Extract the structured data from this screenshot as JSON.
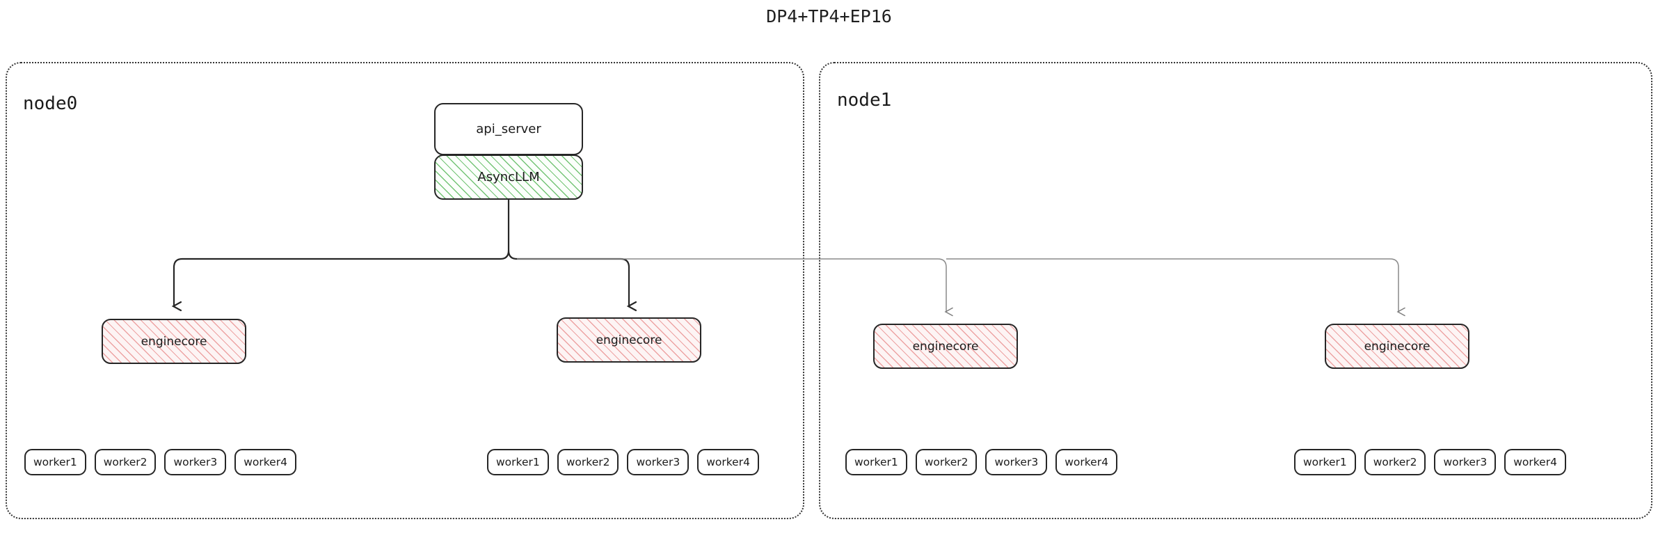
{
  "title": "DP4+TP4+EP16",
  "colors": {
    "stroke_dark": "#262626",
    "stroke_light": "#8a8a8a",
    "cluster_border": "#333333",
    "hatch_green": "#74c476",
    "hatch_pink": "#eda3a3",
    "text": "#1b1b1b"
  },
  "nodes": [
    {
      "label": "node0",
      "api_server": {
        "label": "api_server"
      },
      "async_llm": {
        "label": "AsyncLLM"
      },
      "enginecores": [
        {
          "label": "enginecore"
        },
        {
          "label": "enginecore"
        }
      ],
      "worker_groups": [
        {
          "workers": [
            "worker1",
            "worker2",
            "worker3",
            "worker4"
          ]
        },
        {
          "workers": [
            "worker1",
            "worker2",
            "worker3",
            "worker4"
          ]
        }
      ]
    },
    {
      "label": "node1",
      "enginecores": [
        {
          "label": "enginecore"
        },
        {
          "label": "enginecore"
        }
      ],
      "worker_groups": [
        {
          "workers": [
            "worker1",
            "worker2",
            "worker3",
            "worker4"
          ]
        },
        {
          "workers": [
            "worker1",
            "worker2",
            "worker3",
            "worker4"
          ]
        }
      ]
    }
  ],
  "edges": [
    {
      "from": "AsyncLLM",
      "to": "node0.enginecore.0",
      "style": "dark-arrow"
    },
    {
      "from": "AsyncLLM",
      "to": "node0.enginecore.1",
      "style": "dark-arrow"
    },
    {
      "from": "AsyncLLM",
      "to": "node1.enginecore.0",
      "style": "light-arrow"
    },
    {
      "from": "AsyncLLM",
      "to": "node1.enginecore.1",
      "style": "light-arrow"
    }
  ]
}
